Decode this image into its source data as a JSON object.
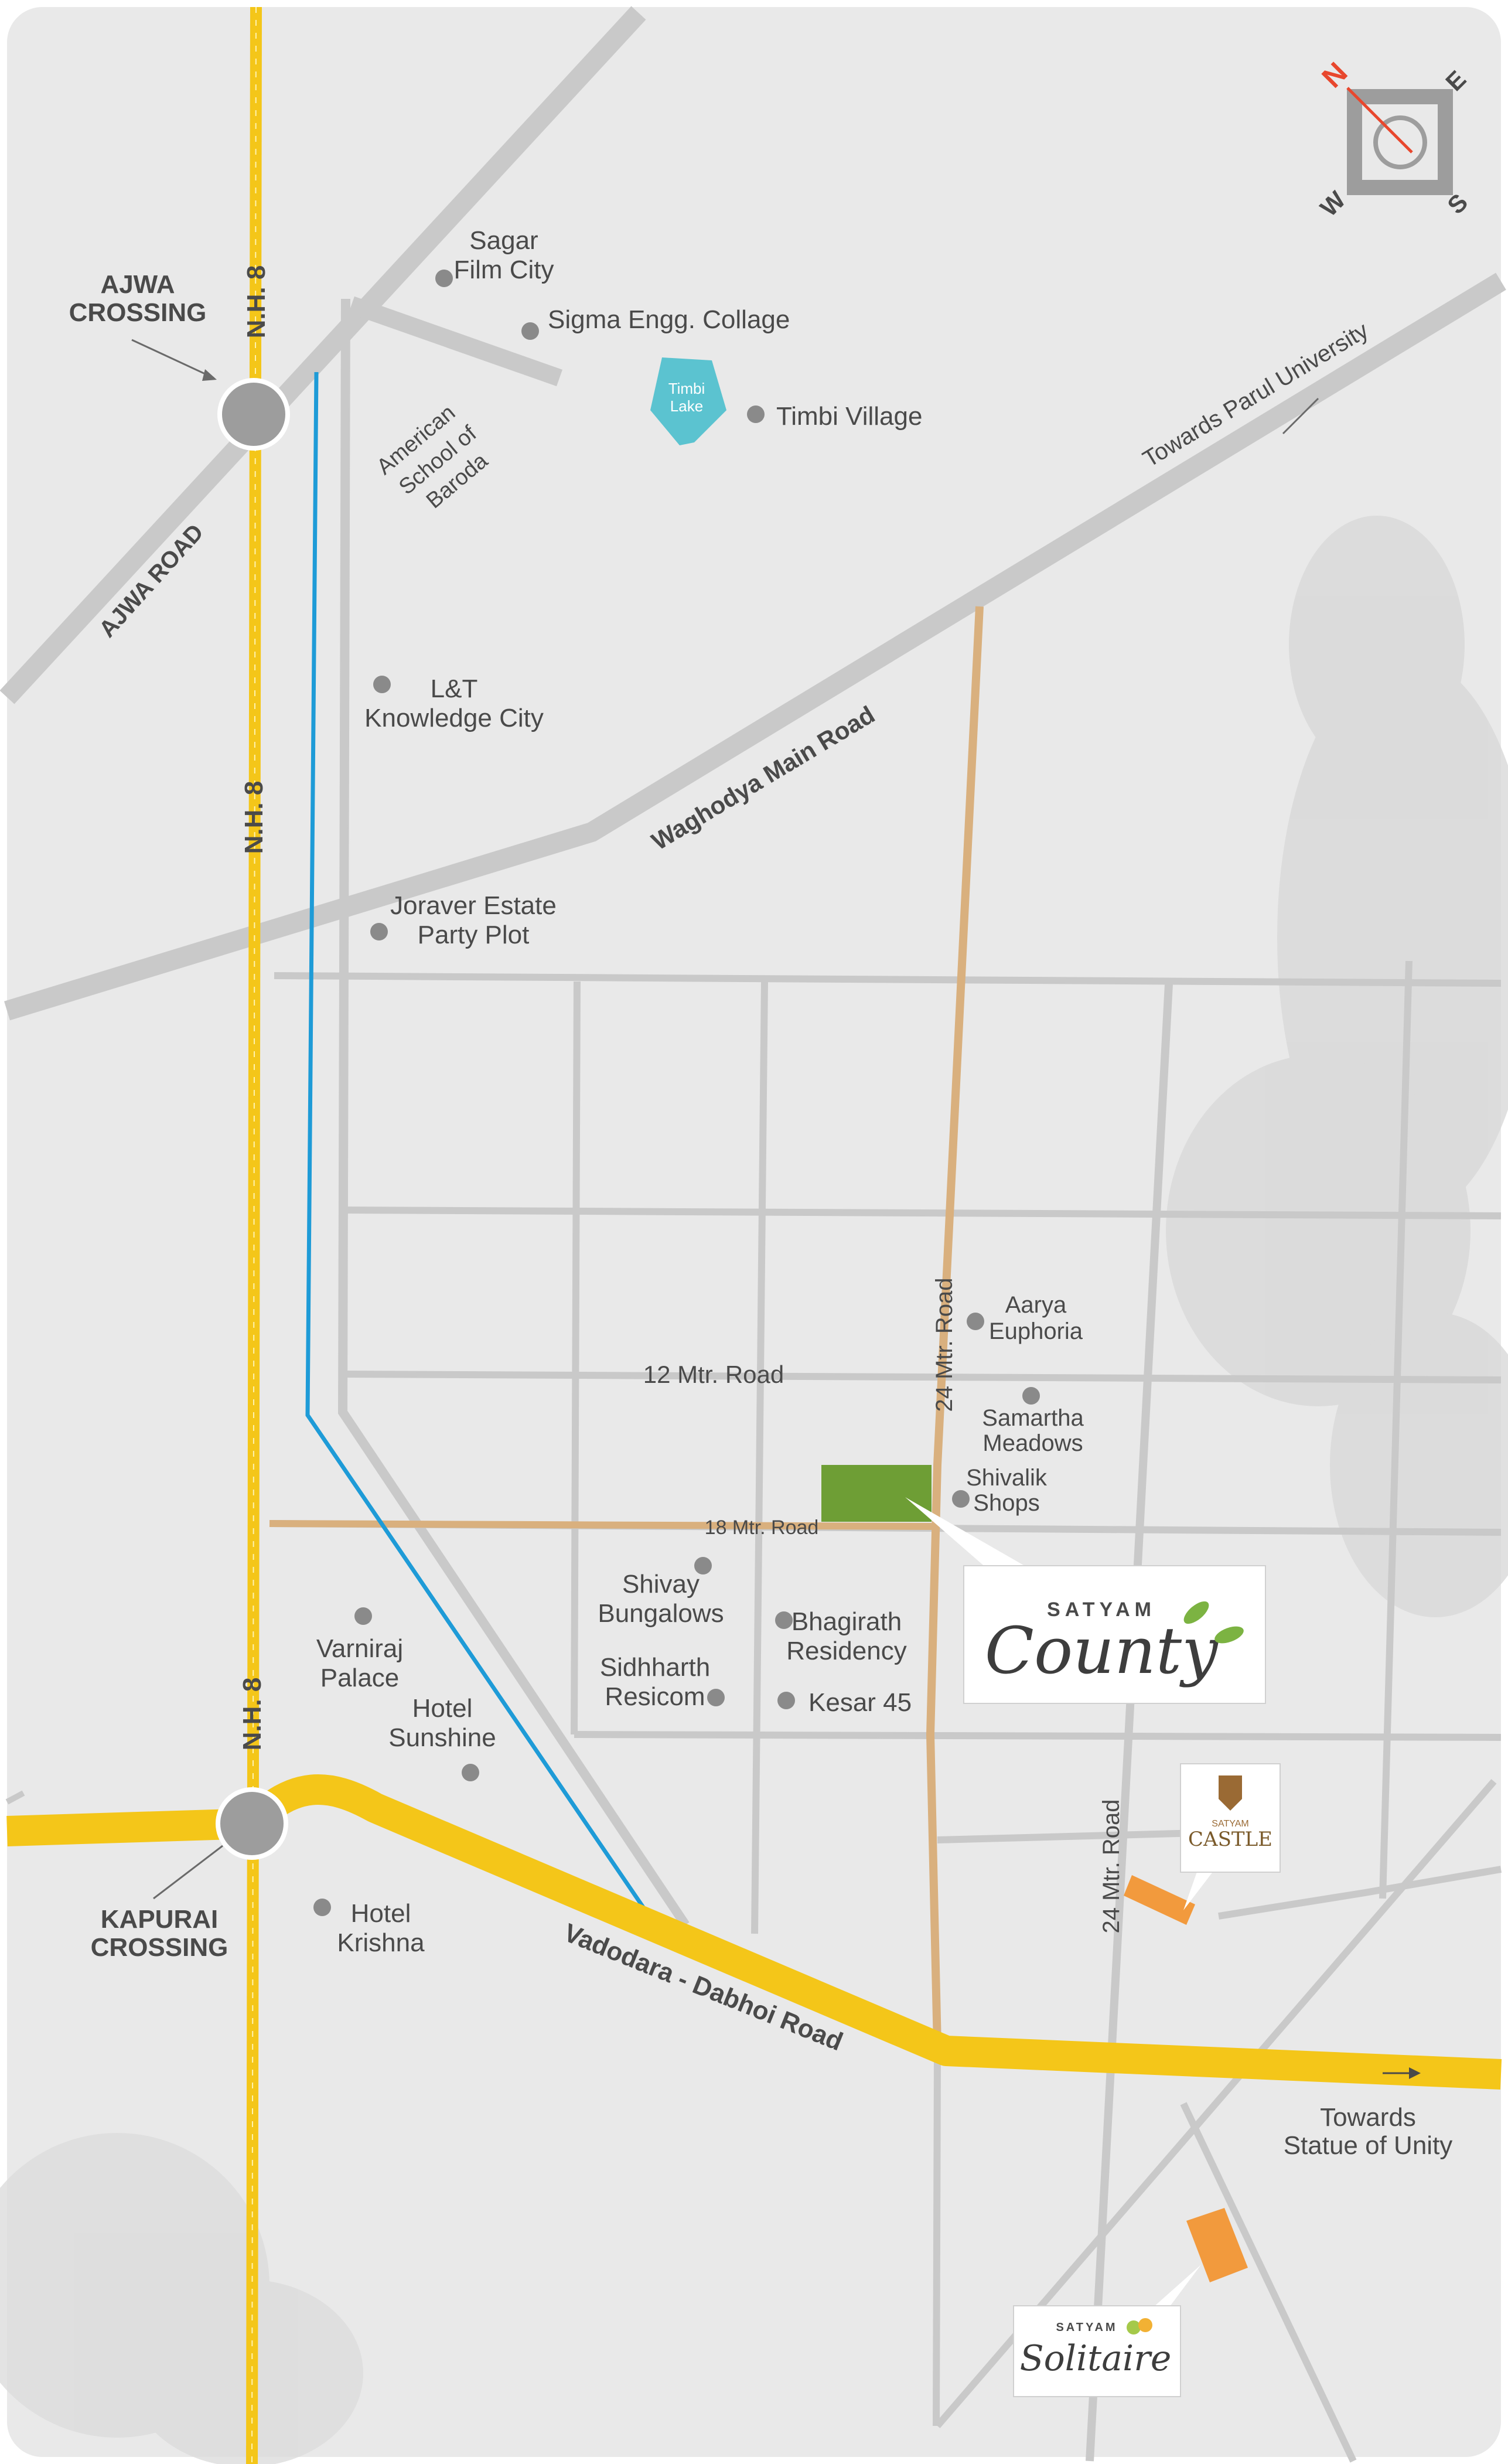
{
  "colors": {
    "land": "#e9e9e9",
    "road": "#c9c9c9",
    "highway": "#f4c619",
    "canal": "#1e9bd7",
    "mtr_road": "#d9b07e",
    "lake": "#5bc3d0",
    "project": "#6e9e35",
    "other_project": "#f29a3d",
    "text": "#4a4a4a",
    "dot": "#8a8a8a",
    "compass_needle": "#e8472d"
  },
  "compass": {
    "n": "N",
    "e": "E",
    "s": "S",
    "w": "W"
  },
  "labels": {
    "ajwa_crossing": [
      "AJWA",
      "CROSSING"
    ],
    "kapurai_crossing": [
      "KAPURAI",
      "CROSSING"
    ],
    "nh8": "N.H. 8",
    "ajwa_road": "AJWA ROAD",
    "waghodya_road": "Waghodya Main Road",
    "towards_parul": "Towards Parul University",
    "vadodara_dabhoi": "Vadodara - Dabhoi Road",
    "towards_statue": [
      "Towards",
      "Statue of Unity"
    ],
    "road_24_main": "24 Mtr. Road",
    "road_24_east": "24 Mtr. Road",
    "road_12": "12 Mtr. Road",
    "road_18": "18 Mtr. Road",
    "timbi_lake": [
      "Timbi",
      "Lake"
    ],
    "american_school": [
      "American",
      "School of",
      "Baroda"
    ]
  },
  "landmarks": {
    "sagar_film_city": [
      "Sagar",
      "Film City"
    ],
    "sigma_engg": [
      "Sigma Engg. Collage"
    ],
    "timbi_village": [
      "Timbi Village"
    ],
    "lt_knowledge": [
      "L&T",
      "Knowledge City"
    ],
    "joraver_estate": [
      "Joraver Estate",
      "Party Plot"
    ],
    "aarya_euphoria": [
      "Aarya",
      "Euphoria"
    ],
    "samartha_meadows": [
      "Samartha",
      "Meadows"
    ],
    "shivalik_shops": [
      "Shivalik",
      "Shops"
    ],
    "shivay_bungalows": [
      "Shivay",
      "Bungalows"
    ],
    "bhagirath_residency": [
      "Bhagirath",
      "Residency"
    ],
    "sidhharth_resicom": [
      "Sidhharth",
      "Resicom"
    ],
    "kesar_45": [
      "Kesar 45"
    ],
    "varniraj_palace": [
      "Varniraj",
      "Palace"
    ],
    "hotel_sunshine": [
      "Hotel",
      "Sunshine"
    ],
    "hotel_krishna": [
      "Hotel",
      "Krishna"
    ]
  },
  "projects": {
    "county": {
      "brand": "SATYAM",
      "name": "County"
    },
    "castle": {
      "brand": "SATYAM",
      "name": "CASTLE"
    },
    "solitaire": {
      "brand": "SATYAM",
      "name": "Solitaire"
    }
  }
}
